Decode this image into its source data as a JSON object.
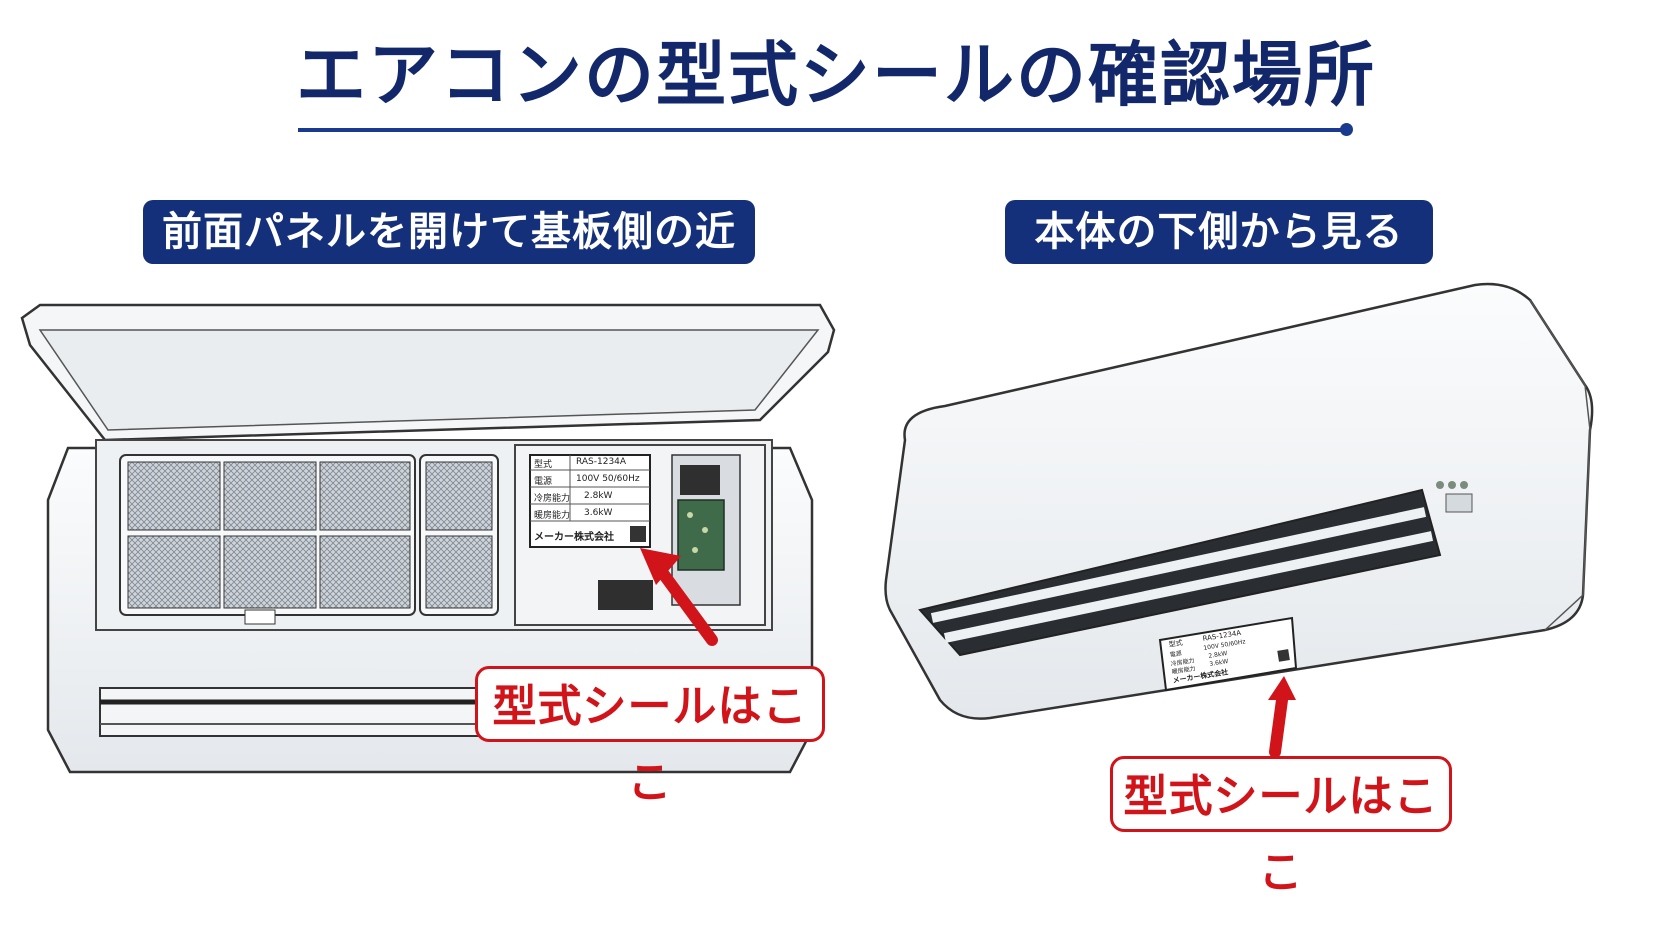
{
  "title": "エアコンの型式シールの確認場所",
  "panels": {
    "left": {
      "heading": "前面パネルを開けて基板側の近く",
      "callout": "型式シールはここ",
      "label": {
        "rows": [
          {
            "key": "型式",
            "value": "RAS-1234A"
          },
          {
            "key": "電源",
            "value": "100V 50/60Hz"
          },
          {
            "key": "冷房能力",
            "value": "2.8kW"
          },
          {
            "key": "暖房能力",
            "value": "3.6kW"
          }
        ],
        "maker": "メーカー株式会社"
      }
    },
    "right": {
      "heading": "本体の下側から見る",
      "callout": "型式シールはここ",
      "label": {
        "rows": [
          {
            "key": "型式",
            "value": "RAS-1234A"
          },
          {
            "key": "電源",
            "value": "100V 50/60Hz"
          },
          {
            "key": "冷房能力",
            "value": "2.8kW"
          },
          {
            "key": "暖房能力",
            "value": "3.6kW"
          }
        ],
        "maker": "メーカー株式会社"
      }
    }
  },
  "colors": {
    "title_text": "#13286b",
    "heading_bg": "#15307a",
    "callout_red": "#d0141a"
  }
}
